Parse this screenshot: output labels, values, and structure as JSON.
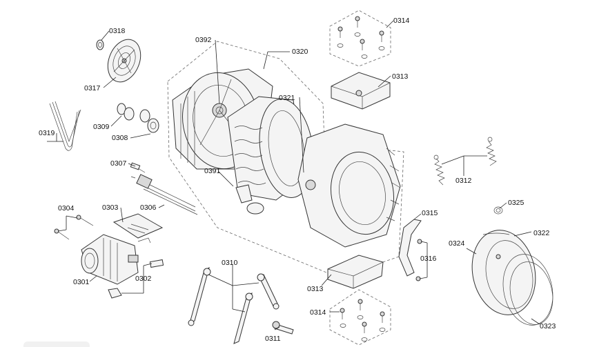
{
  "labels": {
    "p0318": "0318",
    "p0317": "0317",
    "p0319": "0319",
    "p0309": "0309",
    "p0308": "0308",
    "p0307": "0307",
    "p0304": "0304",
    "p0303": "0303",
    "p0306": "0306",
    "p0301": "0301",
    "p0302": "0302",
    "p0392": "0392",
    "p0320": "0320",
    "p0321": "0321",
    "p0391": "0391",
    "p0310": "0310",
    "p0311": "0311",
    "p0313a": "0313",
    "p0313b": "0313",
    "p0314a": "0314",
    "p0314b": "0314",
    "p0312": "0312",
    "p0315": "0315",
    "p0316": "0316",
    "p0325": "0325",
    "p0324": "0324",
    "p0322": "0322",
    "p0323": "0323"
  }
}
